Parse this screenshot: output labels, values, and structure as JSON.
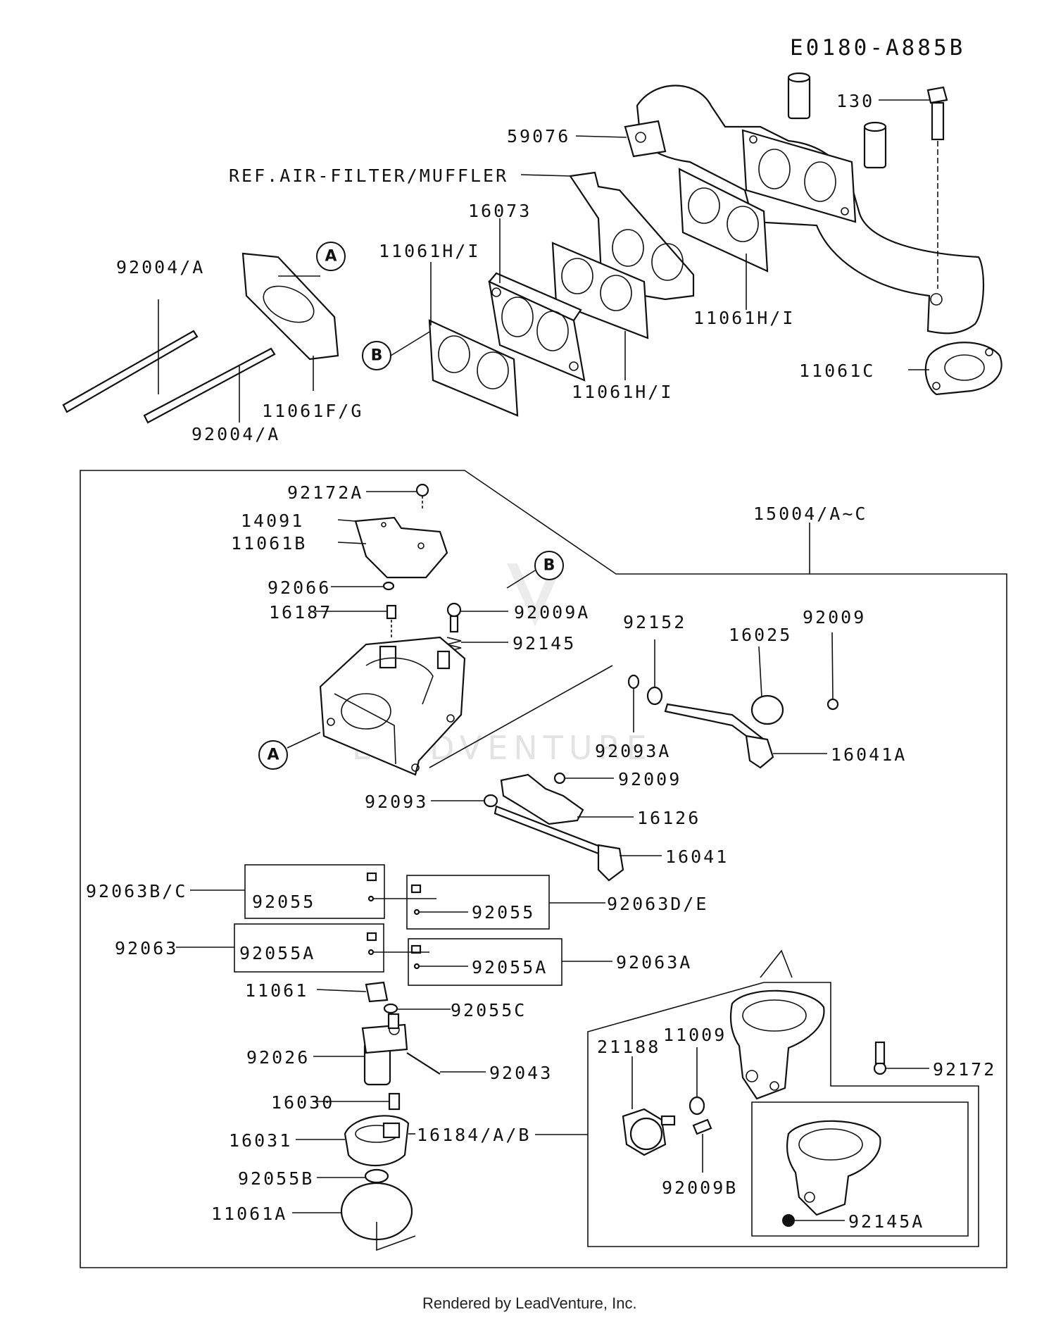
{
  "diagram_code": "E0180-A885B",
  "footer": "Rendered by LeadVenture, Inc.",
  "watermark": "LEADVENTURE",
  "callouts": {
    "a": "A",
    "b": "B"
  },
  "parts": {
    "p130": "130",
    "p59076": "59076",
    "ref_air_filter": "REF.AIR-FILTER/MUFFLER",
    "p16073": "16073",
    "p11061hi_1": "11061H/I",
    "p11061hi_2": "11061H/I",
    "p11061hi_3": "11061H/I",
    "p92004a_1": "92004/A",
    "p92004a_2": "92004/A",
    "p11061fg": "11061F/G",
    "p11061c": "11061C",
    "p92172a": "92172A",
    "p14091": "14091",
    "p11061b": "11061B",
    "p15004": "15004/A~C",
    "p92066": "92066",
    "p16187": "16187",
    "p92009a": "92009A",
    "p92145": "92145",
    "p92152": "92152",
    "p16025": "16025",
    "p92009_1": "92009",
    "p92093a": "92093A",
    "p16041a": "16041A",
    "p92009_2": "92009",
    "p92093": "92093",
    "p16126": "16126",
    "p16041": "16041",
    "p92063bc": "92063B/C",
    "p92055_1": "92055",
    "p92055_2": "92055",
    "p92063de": "92063D/E",
    "p92063": "92063",
    "p92055a_1": "92055A",
    "p92055a_2": "92055A",
    "p92063a": "92063A",
    "p11061": "11061",
    "p92055c": "92055C",
    "p92026": "92026",
    "p92043": "92043",
    "p16030": "16030",
    "p16031": "16031",
    "p16184": "16184/A/B",
    "p92055b": "92055B",
    "p11061a": "11061A",
    "p21188": "21188",
    "p11009": "11009",
    "p92172": "92172",
    "p92009b": "92009B",
    "p92145a": "92145A"
  }
}
